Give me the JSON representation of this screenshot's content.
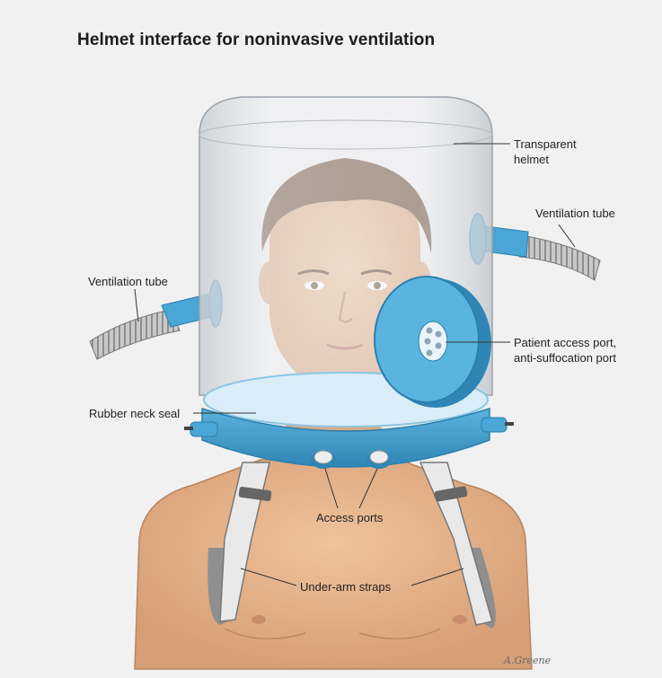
{
  "title": "Helmet interface for noninvasive ventilation",
  "labels": {
    "transparent_helmet": "Transparent helmet",
    "ventilation_tube_right": "Ventilation tube",
    "ventilation_tube_left": "Ventilation tube",
    "patient_access_port": "Patient access port, anti-suffocation port",
    "rubber_neck_seal": "Rubber neck seal",
    "access_ports": "Access ports",
    "under_arm_straps": "Under-arm straps"
  },
  "signature": "A.Greene",
  "colors": {
    "background": "#f1f1f1",
    "skin": "#e3b189",
    "collar_blue": "#3d9bc9",
    "port_blue": "#4aa6d6",
    "helmet": "#dfe3e6",
    "hair": "#6b4a33"
  }
}
